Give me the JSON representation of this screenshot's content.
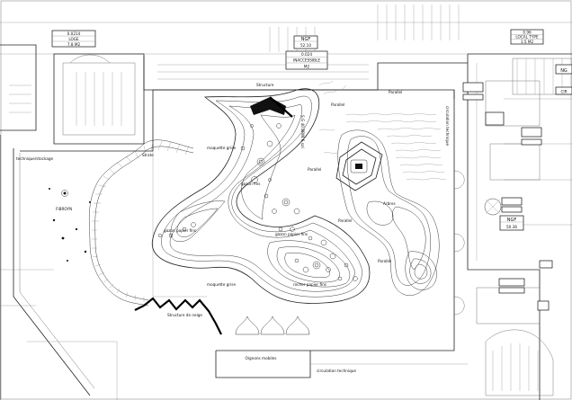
{
  "tags": {
    "loge": {
      "line1": "0.0214",
      "line2": "LOGE",
      "line3": "7.8  M2"
    },
    "nsf_top": {
      "line1": "NGF",
      "line2": "52.10"
    },
    "inaccessible": {
      "line1": "0.024",
      "line2": "INACCESSIBLE",
      "line3": "M2"
    },
    "right_top": {
      "line1": "0.96",
      "line2": "LOCAL TYPE",
      "line3": "1.5  M2"
    },
    "ngf_right": {
      "line1": "NGF",
      "line2": "50.36"
    },
    "ngf_edge": "NG",
    "cir_edge": "CIR"
  },
  "labels": {
    "structure_top": "Structure",
    "parallel_top": "Parallel",
    "parallel_right_top": "Parallel",
    "circulation_right": "circulation technique",
    "technique_left": "technique/stockage",
    "stratum": "Strate",
    "fibroyn": "FIBROYN",
    "moquette_top": "moquette grise",
    "moquette_bottom": "moquette grise",
    "gazon_fins": "gazon fins",
    "parallel_mid": "Parallel",
    "parallel_mid2": "Parallel",
    "arbres": "Arbres",
    "gazon_papier": "gazon papier fins",
    "rocher_papier": "rocher papier fins",
    "gazon_left": "gazon papier fins",
    "parallel_bottom": "Parallel",
    "structure_bottom": "Structure de neige",
    "oignons": "Oignons mobiles",
    "circulation_bottom": "circulation technique",
    "sculpture_label": "S.G 40\nBRIN 6\nsol"
  }
}
